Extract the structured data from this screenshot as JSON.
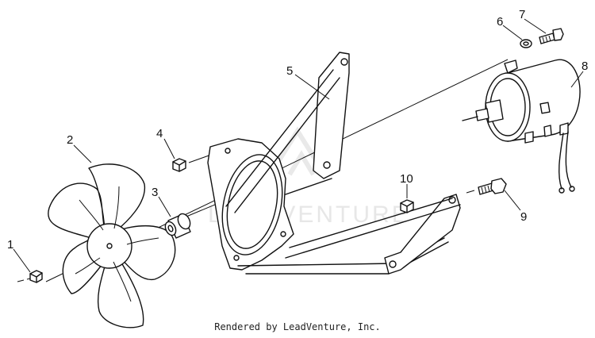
{
  "watermark": "LEADVENTURE",
  "credit": "Rendered by LeadVenture, Inc.",
  "callouts": {
    "c1": "1",
    "c2": "2",
    "c3": "3",
    "c4": "4",
    "c5": "5",
    "c6": "6",
    "c7": "7",
    "c8": "8",
    "c9": "9",
    "c10": "10"
  }
}
